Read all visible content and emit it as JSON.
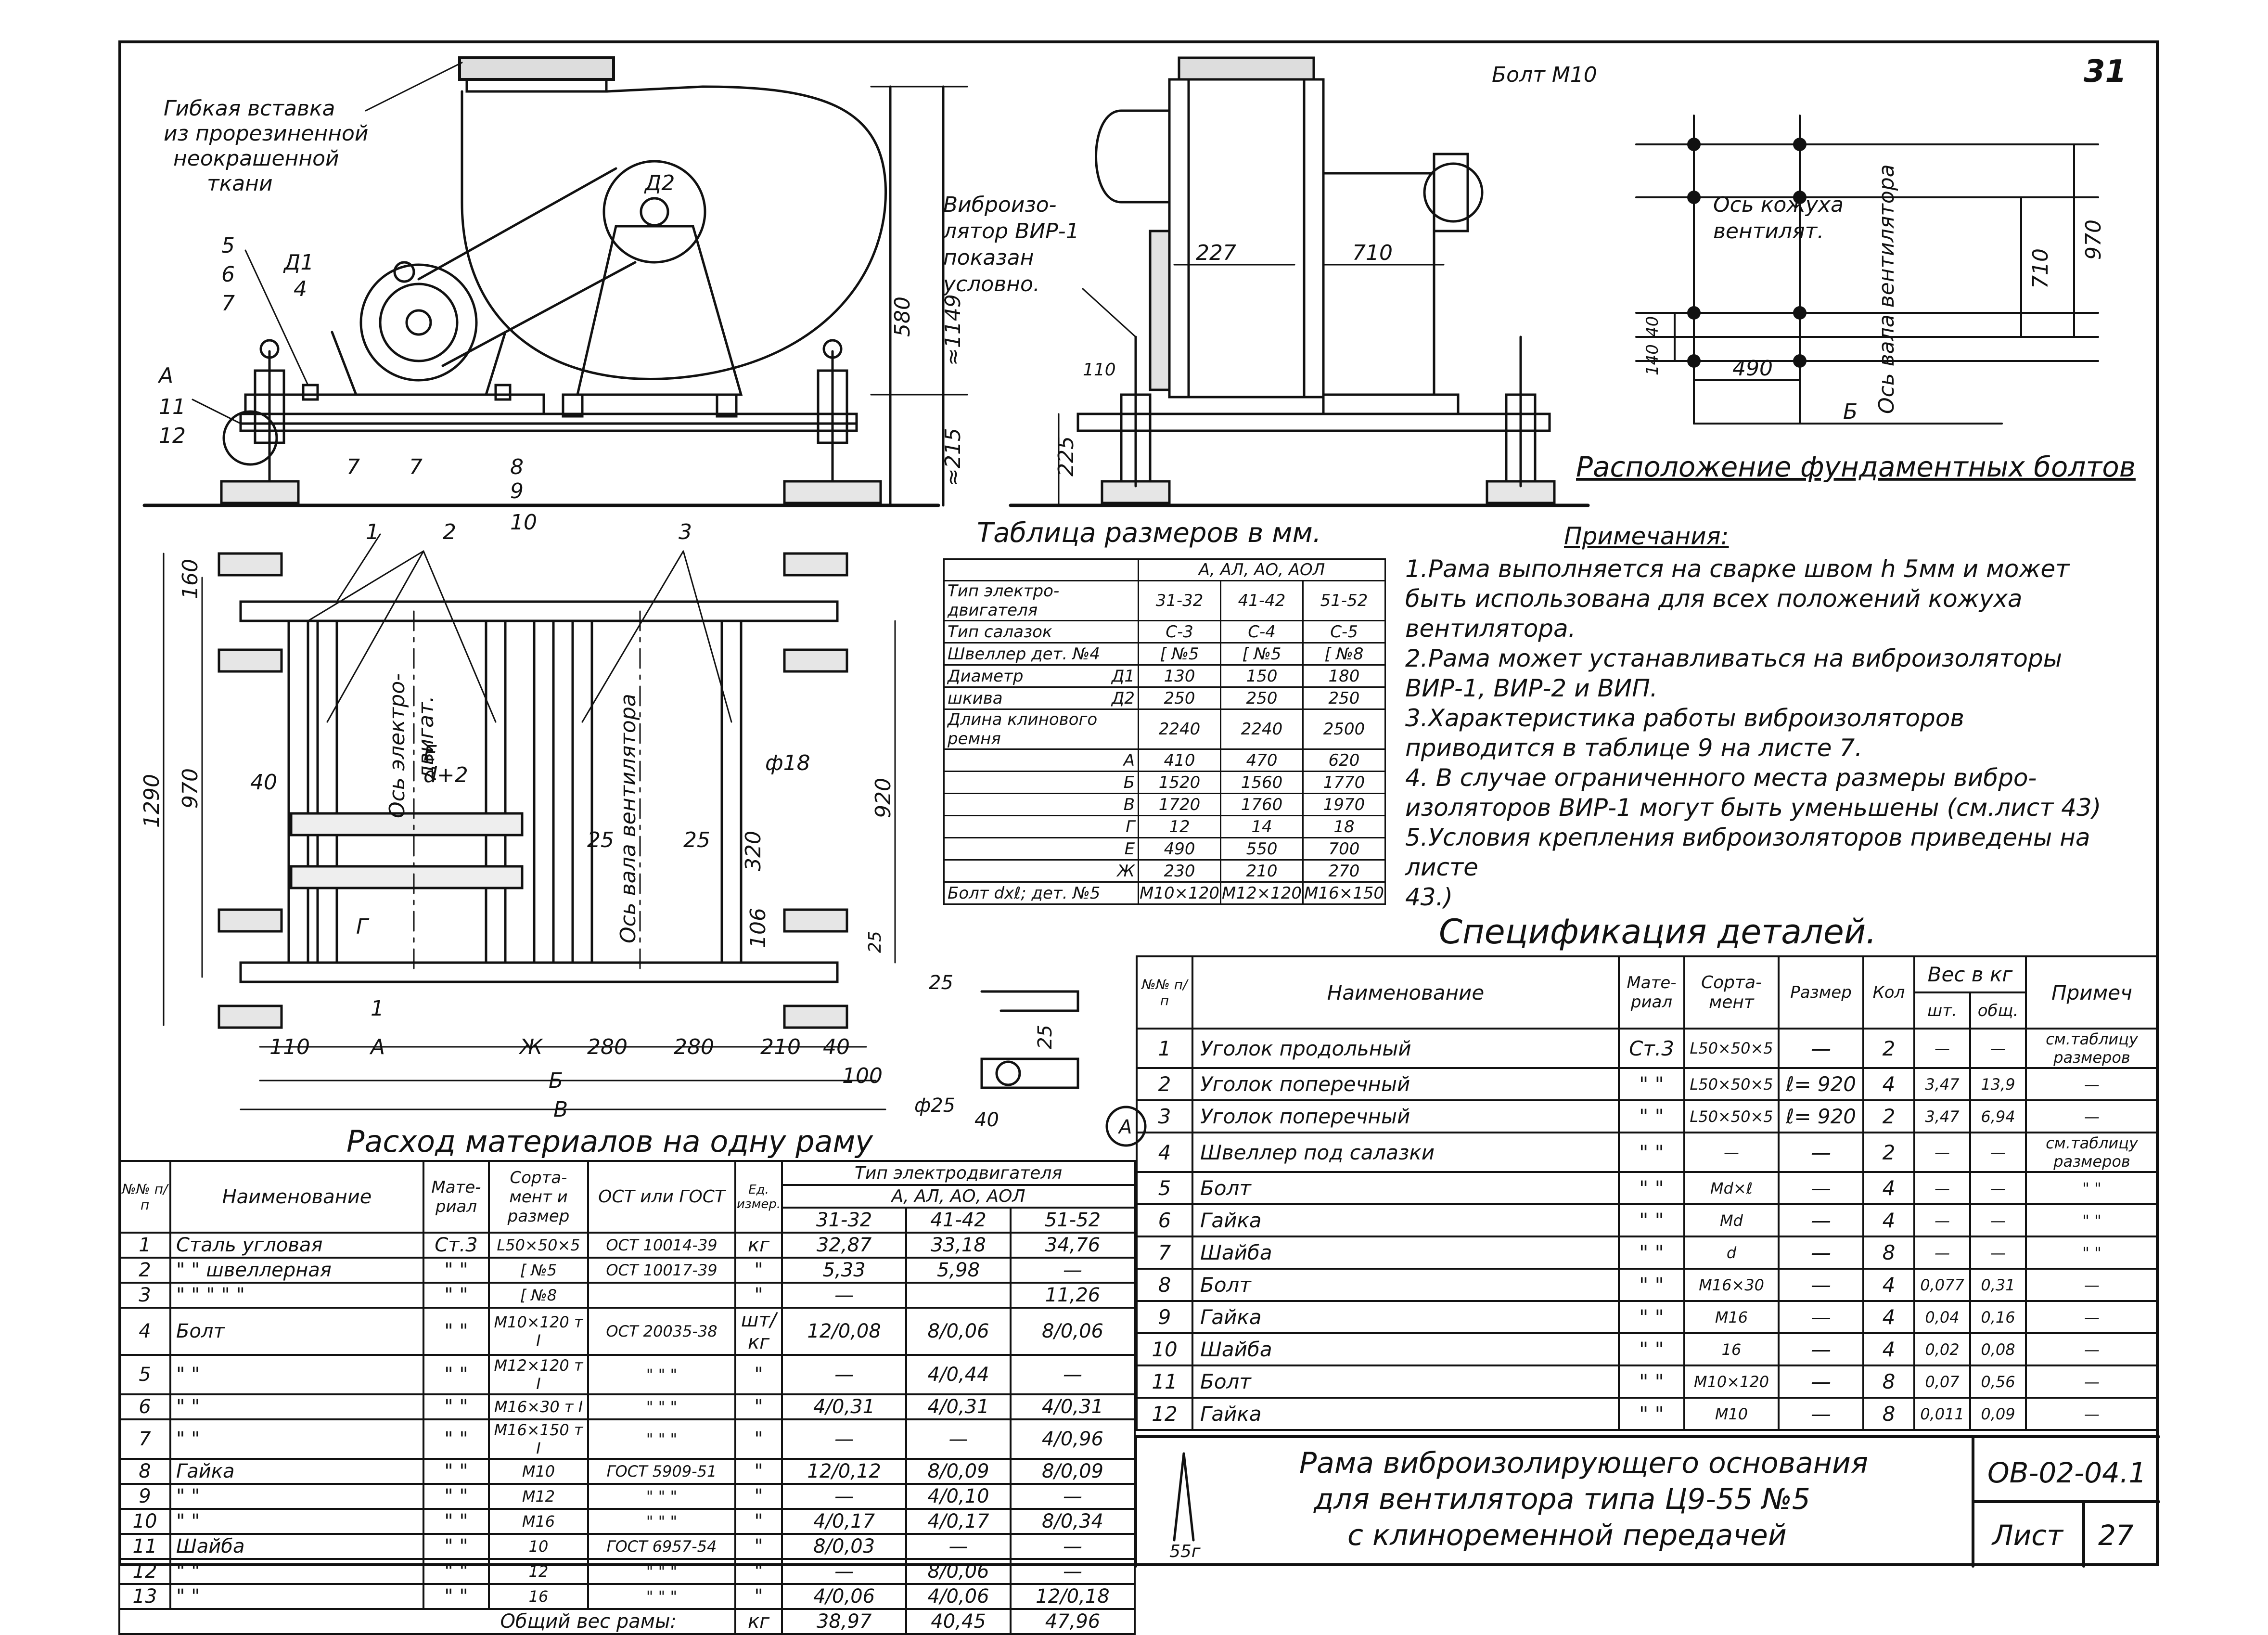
{
  "sheet": {
    "page_number": "31",
    "drawing_code": "ОВ-02-04.1",
    "sheet_label": "Лист",
    "sheet_number": "27",
    "weight_mark": "55г",
    "title_lines": [
      "Рама виброизолирующего основания",
      "для вентилятора типа Ц9-55 №5",
      "с клиноременной передачей"
    ]
  },
  "side_view": {
    "labels": {
      "flex_insert": [
        "Гибкая вставка",
        "из прорезиненной",
        "неокрашенной",
        "ткани"
      ],
      "pulley_d1": "Д1",
      "pulley_d2": "Д2",
      "dim_580": "580",
      "dim_1149": "≈1149",
      "dim_215": "≈215",
      "marks": [
        "5",
        "6",
        "7",
        "4",
        "А",
        "11",
        "12",
        "7",
        "7",
        "8",
        "9",
        "10"
      ]
    }
  },
  "front_view": {
    "labels": {
      "isolator_note": [
        "Виброизо-",
        "лятор ВИР-1",
        "показан",
        "условно."
      ],
      "dim_227": "227",
      "dim_710": "710",
      "dim_110": "110",
      "dim_225": "225"
    }
  },
  "bolts": {
    "title": "Расположение фундаментных болтов",
    "labels": {
      "bolt": "Болт М10",
      "casing_axis": [
        "Ось кожуха",
        "вентилят."
      ],
      "fan_axis": "Ось вала вентилятора",
      "dim_970": "970",
      "dim_710": "710",
      "dim_40": "40",
      "dim_140": "140",
      "dim_490": "490",
      "dim_b": "Б"
    }
  },
  "plan": {
    "labels": {
      "marks_top": [
        "1",
        "2",
        "3"
      ],
      "mark_bottom": "1",
      "motor_axis": [
        "Ось электро-",
        "двигат."
      ],
      "fan_axis": "Ось вала вентилятора",
      "dim_160": "160",
      "dim_1290": "1290",
      "dim_970": "970",
      "dim_920": "920",
      "dim_40": "40",
      "dim_e": "Е",
      "dim_d2": "d+2",
      "dim_25a": "25",
      "dim_25b": "25",
      "dim_320": "320",
      "dim_phi18": "ф18",
      "dim_106": "106",
      "dim_25c": "25",
      "dim_g": "Г",
      "bottom_dims": [
        "110",
        "А",
        "Ж",
        "280",
        "280",
        "210",
        "40"
      ],
      "dim_100": "100",
      "dim_b": "Б",
      "dim_v": "В"
    }
  },
  "detail_a": {
    "labels": {
      "w25a": "25",
      "w25b": "25",
      "w40": "40",
      "phi25": "ф25",
      "mark": "А"
    }
  },
  "size_table": {
    "title": "Таблица размеров в мм.",
    "header_group": "А, АЛ, АО, АОЛ",
    "rows": [
      {
        "name": "Тип электро-двигателя",
        "sub": "",
        "vals": [
          "31-32",
          "41-42",
          "51-52"
        ]
      },
      {
        "name": "Тип салазок",
        "sub": "",
        "vals": [
          "С-3",
          "С-4",
          "С-5"
        ]
      },
      {
        "name": "Швеллер дет. №4",
        "sub": "",
        "vals": [
          "[ №5",
          "[ №5",
          "[ №8"
        ]
      },
      {
        "name": "Диаметр",
        "sub": "Д1",
        "vals": [
          "130",
          "150",
          "180"
        ]
      },
      {
        "name": "шкива",
        "sub": "Д2",
        "vals": [
          "250",
          "250",
          "250"
        ]
      },
      {
        "name": "Длина клинового ремня",
        "sub": "",
        "vals": [
          "2240",
          "2240",
          "2500"
        ]
      },
      {
        "name": "",
        "sub": "А",
        "vals": [
          "410",
          "470",
          "620"
        ]
      },
      {
        "name": "",
        "sub": "Б",
        "vals": [
          "1520",
          "1560",
          "1770"
        ]
      },
      {
        "name": "",
        "sub": "В",
        "vals": [
          "1720",
          "1760",
          "1970"
        ]
      },
      {
        "name": "",
        "sub": "Г",
        "vals": [
          "12",
          "14",
          "18"
        ]
      },
      {
        "name": "",
        "sub": "Е",
        "vals": [
          "490",
          "550",
          "700"
        ]
      },
      {
        "name": "",
        "sub": "Ж",
        "vals": [
          "230",
          "210",
          "270"
        ]
      },
      {
        "name": "Болт dxℓ; дет. №5",
        "sub": "",
        "vals": [
          "М10×120",
          "М12×120",
          "М16×150"
        ]
      }
    ]
  },
  "notes": {
    "title": "Примечания:",
    "lines": [
      "1.Рама выполняется на сварке швом h 5мм и может",
      "быть использована для всех положений кожуха",
      "вентилятора.",
      "2.Рама может устанавливаться на виброизоляторы",
      "ВИР-1, ВИР-2 и ВИП.",
      "3.Характеристика работы виброизоляторов",
      "приводится в таблице 9 на листе 7.",
      "4. В случае ограниченного места размеры вибро-",
      "изоляторов ВИР-1 могут быть уменьшены (см.лист 43)",
      "5.Условия крепления виброизоляторов приведены на листе",
      "43.)"
    ]
  },
  "spec": {
    "title": "Спецификация деталей.",
    "headers": {
      "num": "№№ п/п",
      "name": "Наименование",
      "mat": "Мате-риал",
      "sort": "Сорта-мент",
      "size": "Размер",
      "qty": "Кол",
      "weight": "Вес в кг",
      "w_each": "шт.",
      "w_total": "общ.",
      "note": "Примеч"
    },
    "rows": [
      {
        "num": "1",
        "name": "Уголок продольный",
        "mat": "Ст.3",
        "sort": "L50×50×5",
        "size": "—",
        "qty": "2",
        "w1": "—",
        "w2": "—",
        "note": "см.таблицу размеров"
      },
      {
        "num": "2",
        "name": "Уголок поперечный",
        "mat": "\" \"",
        "sort": "L50×50×5",
        "size": "ℓ= 920",
        "qty": "4",
        "w1": "3,47",
        "w2": "13,9",
        "note": "—"
      },
      {
        "num": "3",
        "name": "Уголок поперечный",
        "mat": "\" \"",
        "sort": "L50×50×5",
        "size": "ℓ= 920",
        "qty": "2",
        "w1": "3,47",
        "w2": "6,94",
        "note": "—"
      },
      {
        "num": "4",
        "name": "Швеллер под салазки",
        "mat": "\" \"",
        "sort": "—",
        "size": "—",
        "qty": "2",
        "w1": "—",
        "w2": "—",
        "note": "см.таблицу размеров"
      },
      {
        "num": "5",
        "name": "Болт",
        "mat": "\" \"",
        "sort": "Мd×ℓ",
        "size": "—",
        "qty": "4",
        "w1": "—",
        "w2": "—",
        "note": "\" \""
      },
      {
        "num": "6",
        "name": "Гайка",
        "mat": "\" \"",
        "sort": "Мd",
        "size": "—",
        "qty": "4",
        "w1": "—",
        "w2": "—",
        "note": "\" \""
      },
      {
        "num": "7",
        "name": "Шайба",
        "mat": "\" \"",
        "sort": "d",
        "size": "—",
        "qty": "8",
        "w1": "—",
        "w2": "—",
        "note": "\" \""
      },
      {
        "num": "8",
        "name": "Болт",
        "mat": "\" \"",
        "sort": "М16×30",
        "size": "—",
        "qty": "4",
        "w1": "0,077",
        "w2": "0,31",
        "note": "—"
      },
      {
        "num": "9",
        "name": "Гайка",
        "mat": "\" \"",
        "sort": "М16",
        "size": "—",
        "qty": "4",
        "w1": "0,04",
        "w2": "0,16",
        "note": "—"
      },
      {
        "num": "10",
        "name": "Шайба",
        "mat": "\" \"",
        "sort": "16",
        "size": "—",
        "qty": "4",
        "w1": "0,02",
        "w2": "0,08",
        "note": "—"
      },
      {
        "num": "11",
        "name": "Болт",
        "mat": "\" \"",
        "sort": "М10×120",
        "size": "—",
        "qty": "8",
        "w1": "0,07",
        "w2": "0,56",
        "note": "—"
      },
      {
        "num": "12",
        "name": "Гайка",
        "mat": "\" \"",
        "sort": "М10",
        "size": "—",
        "qty": "8",
        "w1": "0,011",
        "w2": "0,09",
        "note": "—"
      }
    ]
  },
  "materials": {
    "title": "Расход материалов на одну раму",
    "headers": {
      "num": "№№ п/п",
      "name": "Наименование",
      "mat": "Мате-риал",
      "sort": "Сорта-мент и размер",
      "gost": "ОСТ или ГОСТ",
      "unit": "Ед. измер.",
      "motor": "Тип электродвигателя",
      "motor_sub": "А, АЛ, АО, АОЛ",
      "c1": "31-32",
      "c2": "41-42",
      "c3": "51-52"
    },
    "rows": [
      {
        "num": "1",
        "name": "Сталь угловая",
        "mat": "Ст.3",
        "sort": "L50×50×5",
        "gost": "ОСТ 10014-39",
        "unit": "кг",
        "v1": "32,87",
        "v2": "33,18",
        "v3": "34,76"
      },
      {
        "num": "2",
        "name": "\" \" швеллерная",
        "mat": "\" \"",
        "sort": "[ №5",
        "gost": "ОСТ 10017-39",
        "unit": "\"",
        "v1": "5,33",
        "v2": "5,98",
        "v3": "—"
      },
      {
        "num": "3",
        "name": "\" \" \" \" \"",
        "mat": "\" \"",
        "sort": "[ №8",
        "gost": "",
        "unit": "\"",
        "v1": "—",
        "v2": "",
        "v3": "11,26"
      },
      {
        "num": "4",
        "name": "Болт",
        "mat": "\" \"",
        "sort": "М10×120 т I",
        "gost": "ОСТ 20035-38",
        "unit": "шт/кг",
        "v1": "12/0,08",
        "v2": "8/0,06",
        "v3": "8/0,06"
      },
      {
        "num": "5",
        "name": "\" \"",
        "mat": "\" \"",
        "sort": "М12×120 т I",
        "gost": "\" \" \"",
        "unit": "\"",
        "v1": "—",
        "v2": "4/0,44",
        "v3": "—"
      },
      {
        "num": "6",
        "name": "\" \"",
        "mat": "\" \"",
        "sort": "М16×30 т I",
        "gost": "\" \" \"",
        "unit": "\"",
        "v1": "4/0,31",
        "v2": "4/0,31",
        "v3": "4/0,31"
      },
      {
        "num": "7",
        "name": "\" \"",
        "mat": "\" \"",
        "sort": "М16×150 т I",
        "gost": "\" \" \"",
        "unit": "\"",
        "v1": "—",
        "v2": "—",
        "v3": "4/0,96"
      },
      {
        "num": "8",
        "name": "Гайка",
        "mat": "\" \"",
        "sort": "М10",
        "gost": "ГОСТ 5909-51",
        "unit": "\"",
        "v1": "12/0,12",
        "v2": "8/0,09",
        "v3": "8/0,09"
      },
      {
        "num": "9",
        "name": "\" \"",
        "mat": "\" \"",
        "sort": "М12",
        "gost": "\" \" \"",
        "unit": "\"",
        "v1": "—",
        "v2": "4/0,10",
        "v3": "—"
      },
      {
        "num": "10",
        "name": "\" \"",
        "mat": "\" \"",
        "sort": "М16",
        "gost": "\" \" \"",
        "unit": "\"",
        "v1": "4/0,17",
        "v2": "4/0,17",
        "v3": "8/0,34"
      },
      {
        "num": "11",
        "name": "Шайба",
        "mat": "\" \"",
        "sort": "10",
        "gost": "ГОСТ 6957-54",
        "unit": "\"",
        "v1": "8/0,03",
        "v2": "—",
        "v3": "—"
      },
      {
        "num": "12",
        "name": "\" \"",
        "mat": "\" \"",
        "sort": "12",
        "gost": "\" \" \"",
        "unit": "\"",
        "v1": "—",
        "v2": "8/0,06",
        "v3": "—"
      },
      {
        "num": "13",
        "name": "\" \"",
        "mat": "\" \"",
        "sort": "16",
        "gost": "\" \" \"",
        "unit": "\"",
        "v1": "4/0,06",
        "v2": "4/0,06",
        "v3": "12/0,18"
      }
    ],
    "total_label": "Общий вес рамы:",
    "total_unit": "кг",
    "totals": [
      "38,97",
      "40,45",
      "47,96"
    ]
  }
}
